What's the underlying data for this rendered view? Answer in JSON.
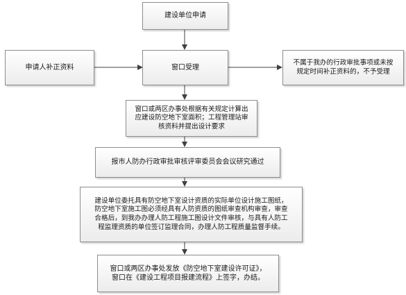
{
  "nodes": {
    "apply": "建设单位申请",
    "resubmit": "申请人补正资料",
    "accept": "窗口受理",
    "reject": "不属于我办的行政审批事项或未按\n规定时间补正资料的，不予受理",
    "calc": "窗口或两区办事处根据有关规定计算出\n应建设防空地下室面积；工程管理站审\n核资料并提出设计要求",
    "committee": "报市人防办行政审批审核评审委员会会议研究通过",
    "design": "建设单位委托具有防空地下室设计资质的实际单位设计施工图纸，\n防空地下室施工图必须经具有人防资质的图纸审查机构审查，审查\n合格后，到我办办理人防工程施工图设计文件审核，与具有人防工\n程监理资质的单位签订监理合同，办理人防工程质量监督手续。",
    "permit": "窗口或两区办事处发放《防空地下室建设许可证》，\n窗口在《建设工程项目报建流程》上签字，办结。"
  }
}
